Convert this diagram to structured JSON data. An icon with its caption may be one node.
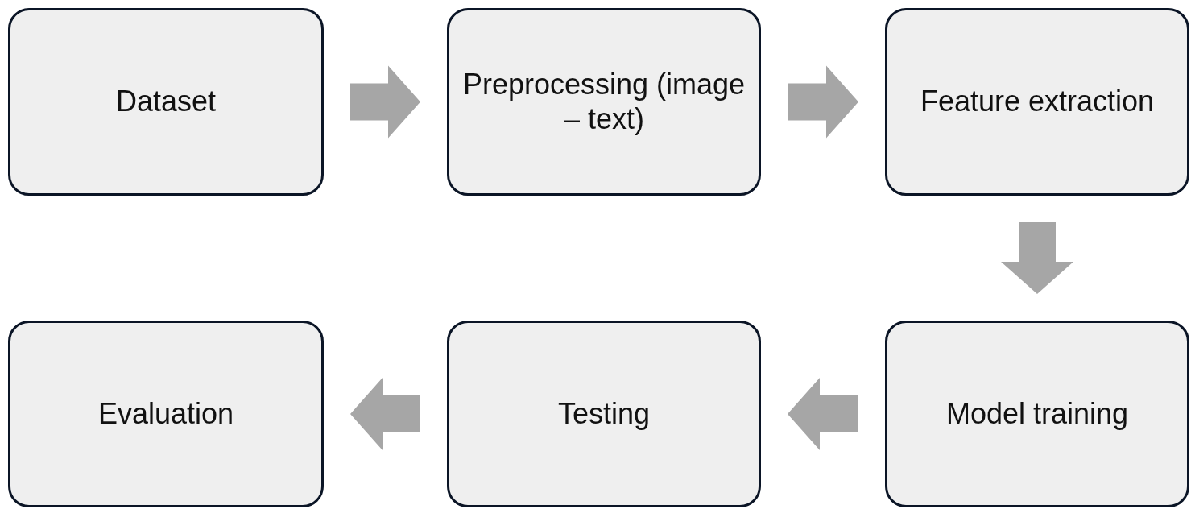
{
  "diagram": {
    "nodes": [
      {
        "text": [
          "Dataset"
        ]
      },
      {
        "text": [
          "Preprocessing (image – text)"
        ]
      },
      {
        "text": [
          "Feature extraction"
        ]
      },
      {
        "text": [
          "Evaluation"
        ]
      },
      {
        "text": [
          "Testing"
        ]
      },
      {
        "text": [
          "Model training"
        ]
      }
    ],
    "edges": [
      {
        "from": 0,
        "to": 1,
        "arrow": "to"
      },
      {
        "from": 1,
        "to": 2,
        "arrow": "to"
      },
      {
        "from": 2,
        "to": 5,
        "arrow": "to"
      },
      {
        "from": 5,
        "to": 4,
        "arrow": "to"
      },
      {
        "from": 4,
        "to": 3,
        "arrow": "to"
      }
    ]
  }
}
